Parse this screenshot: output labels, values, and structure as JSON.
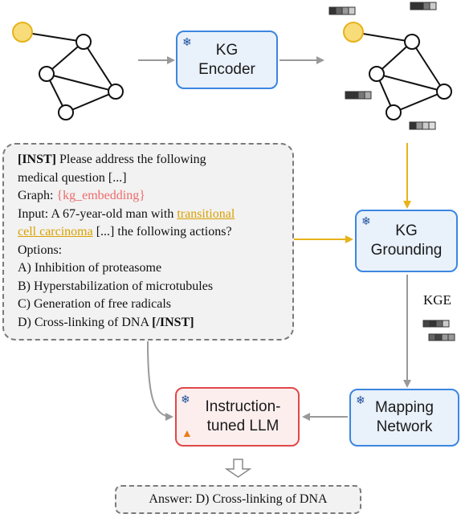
{
  "kg_encoder": {
    "line1": "KG",
    "line2": "Encoder"
  },
  "kg_grounding": {
    "line1": "KG",
    "line2": "Grounding"
  },
  "mapping_network": {
    "line1": "Mapping",
    "line2": "Network"
  },
  "llm": {
    "line1": "Instruction-",
    "line2": "tuned LLM"
  },
  "kge_label": "KGE",
  "prompt": {
    "inst_open": "[INST]",
    "line1_rest": " Please address the following",
    "line2": "medical question [...]",
    "graph_label": "Graph: ",
    "graph_placeholder": "{kg_embedding}",
    "input_label": "Input: A 67-year-old man with ",
    "highlight_part1": "transitional",
    "highlight_part2": "cell carcinoma",
    "line5_rest": " [...] the following actions?",
    "options_label": "Options:",
    "option_a": "A) Inhibition of proteasome",
    "option_b": "B) Hyperstabilization of microtubules",
    "option_c": "C) Generation of free radicals",
    "option_d": "D) Cross-linking of DNA ",
    "inst_close": "[/INST]"
  },
  "answer": "Answer: D) Cross-linking of DNA",
  "icons": {
    "frozen": "snowflake-icon",
    "trainable": "fire-icon"
  },
  "colors": {
    "blue_border": "#3b86e0",
    "blue_fill": "#e9f1fb",
    "red_border": "#e04848",
    "red_fill": "#fdeeee",
    "highlight": "#d9a100",
    "placeholder": "#ee6a6a",
    "node_highlight": "#f8dc7a",
    "gray_arrow": "#999999",
    "gold_arrow": "#e8b21a"
  }
}
